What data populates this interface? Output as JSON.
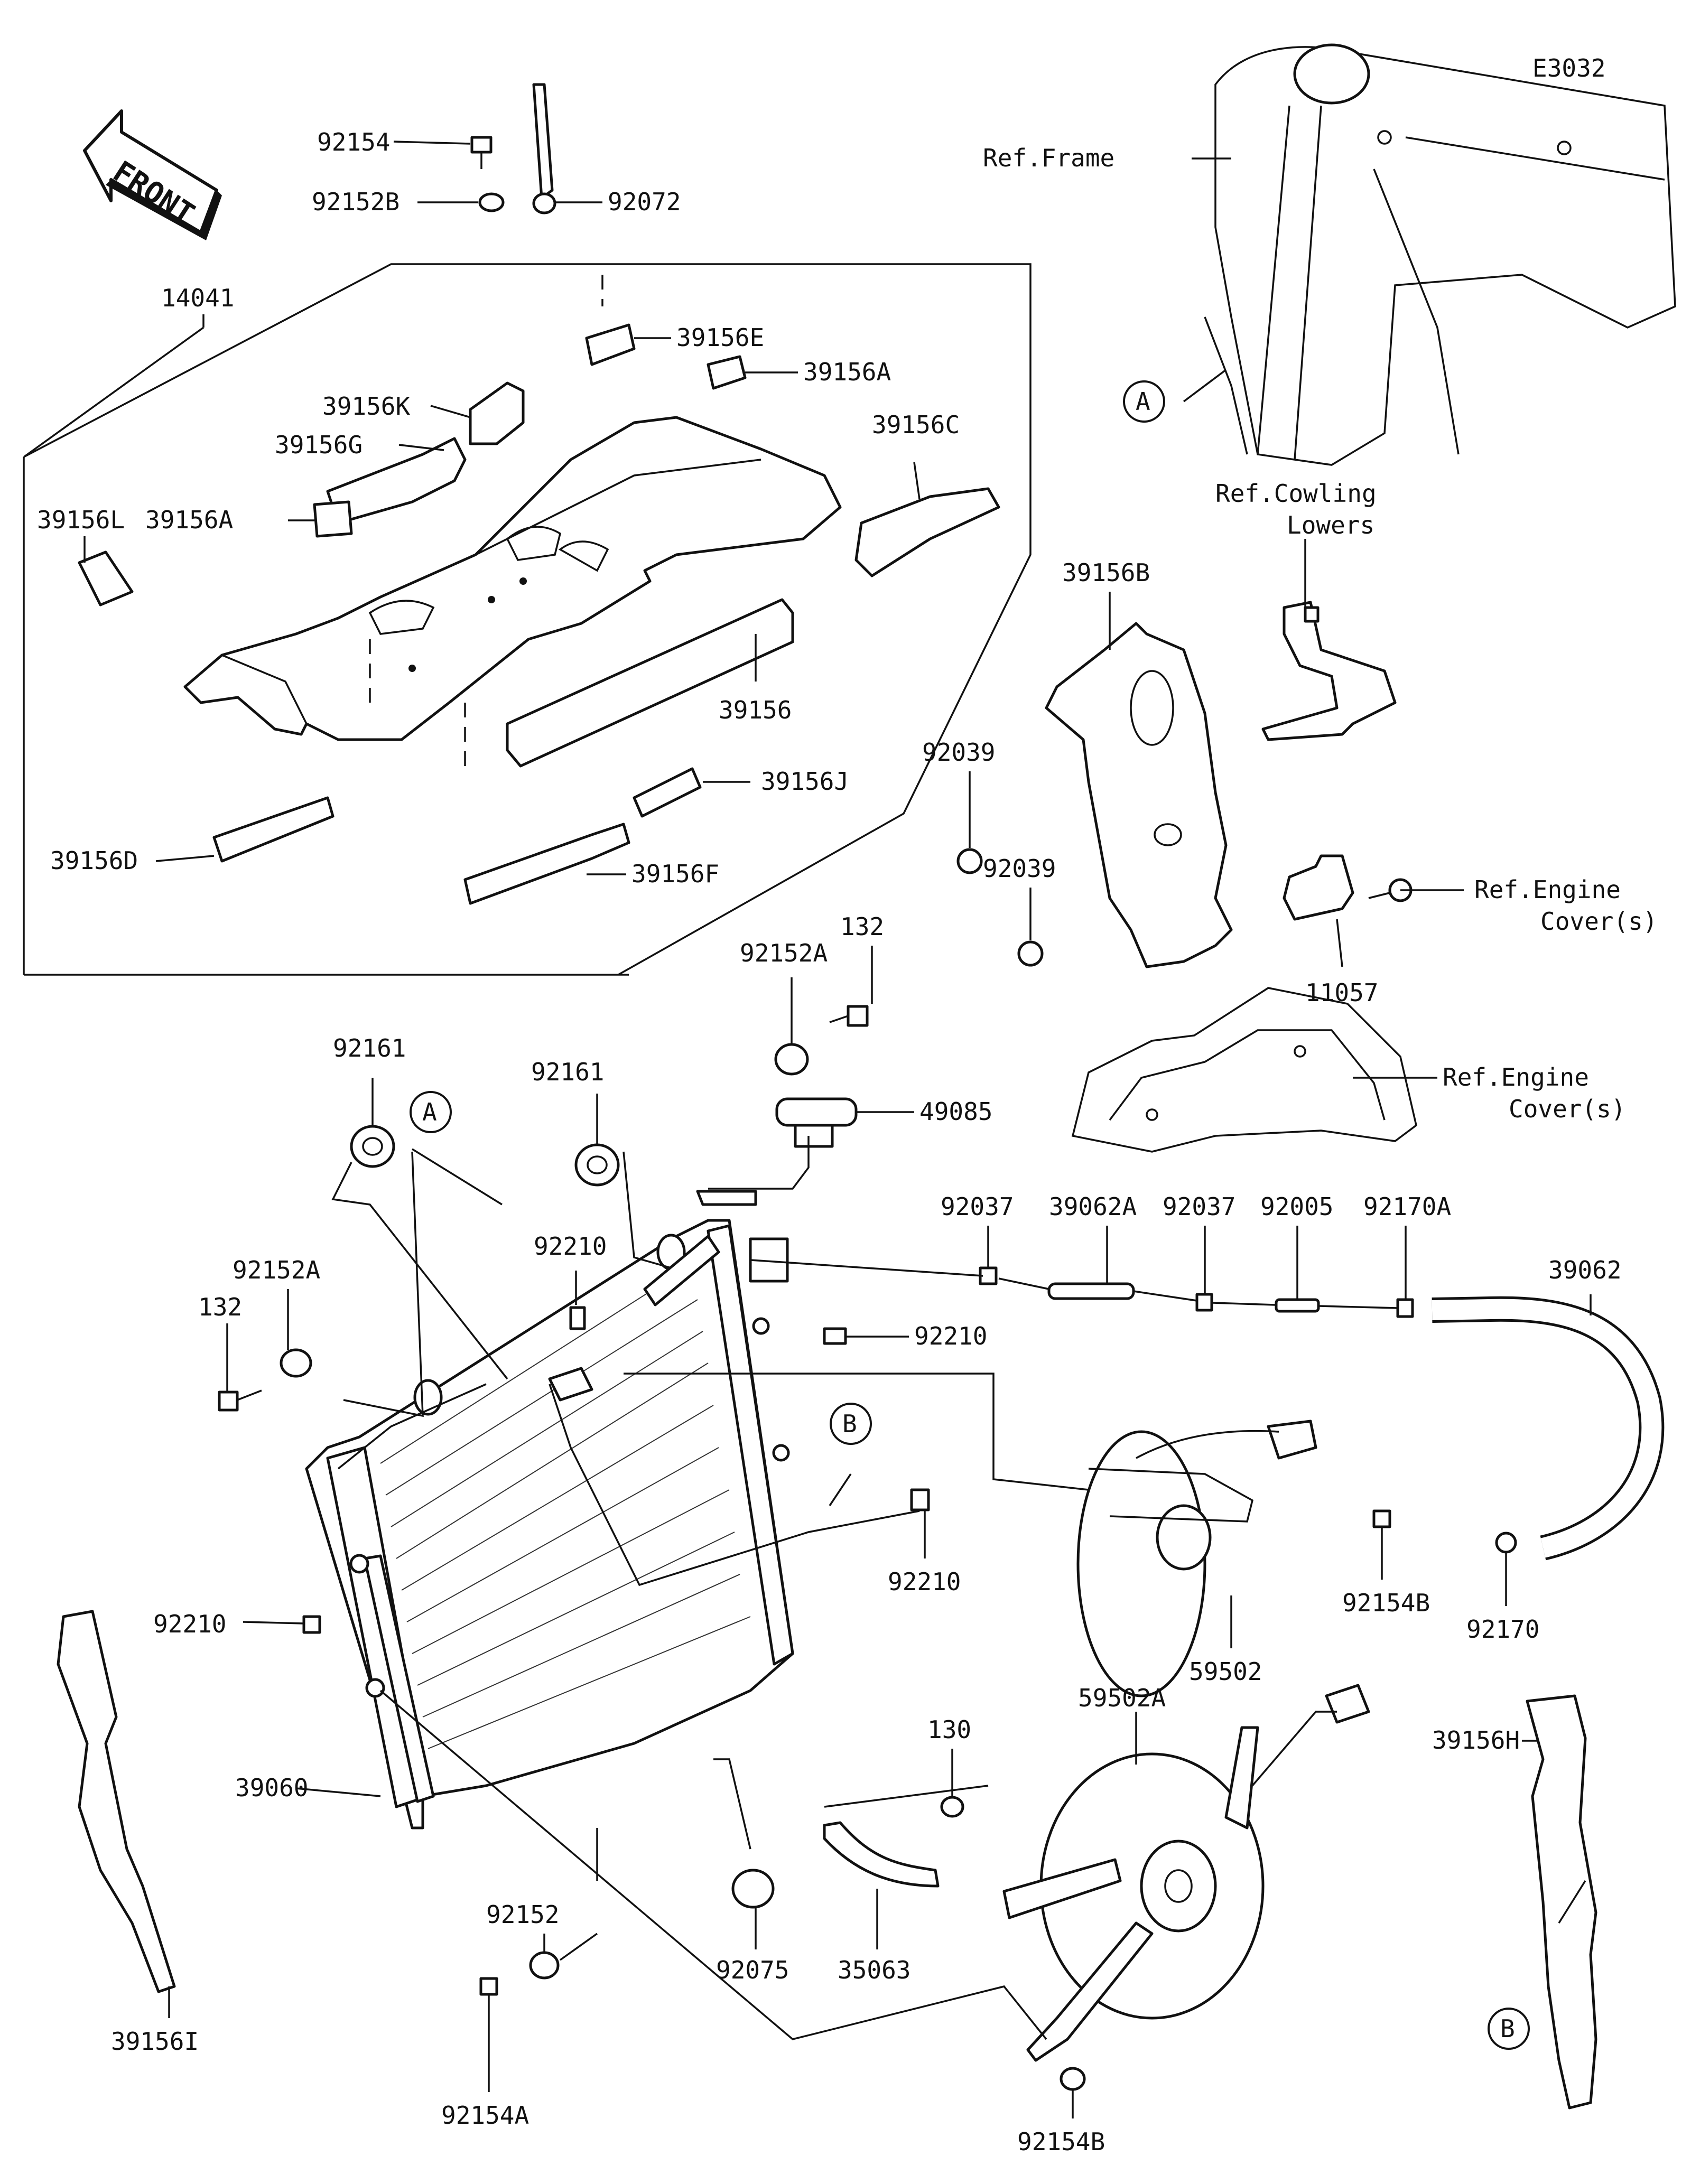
{
  "diagram_code": "E3032",
  "front_arrow_text": "FRONT",
  "refs": {
    "frame": "Ref.Frame",
    "cowling_line1": "Ref.Cowling",
    "cowling_line2": "Lowers",
    "engine_cover_1_line1": "Ref.Engine",
    "engine_cover_1_line2": "Cover(s)",
    "engine_cover_2_line1": "Ref.Engine",
    "engine_cover_2_line2": "Cover(s)"
  },
  "callouts": {
    "a_top": "A",
    "a_left": "A",
    "b_mid": "B",
    "b_right": "B"
  },
  "parts": {
    "p92154": "92154",
    "p92152B": "92152B",
    "p92072": "92072",
    "p14041": "14041",
    "p39156E": "39156E",
    "p39156A_top": "39156A",
    "p39156K": "39156K",
    "p39156G": "39156G",
    "p39156C": "39156C",
    "p39156L": "39156L",
    "p39156A_left": "39156A",
    "p39156": "39156",
    "p39156J": "39156J",
    "p39156D": "39156D",
    "p39156F": "39156F",
    "p39156B": "39156B",
    "p92039_a": "92039",
    "p92039_b": "92039",
    "p11057": "11057",
    "p132_top": "132",
    "p92152A_top": "92152A",
    "p49085": "49085",
    "p92161_left": "92161",
    "p92161_mid": "92161",
    "p92210_top": "92210",
    "p92210_mid": "92210",
    "p92210_right": "92210",
    "p92210_left": "92210",
    "p92152A_left": "92152A",
    "p132_left": "132",
    "p92037_a": "92037",
    "p39062A": "39062A",
    "p92037_b": "92037",
    "p92005": "92005",
    "p92170A": "92170A",
    "p39062": "39062",
    "p92154B_mid": "92154B",
    "p92170": "92170",
    "p59502": "59502",
    "p59502A": "59502A",
    "p130": "130",
    "p39156H": "39156H",
    "p39060": "39060",
    "p92152": "92152",
    "p92075": "92075",
    "p35063": "35063",
    "p39156I": "39156I",
    "p92154A": "92154A",
    "p92154B_bottom": "92154B"
  }
}
